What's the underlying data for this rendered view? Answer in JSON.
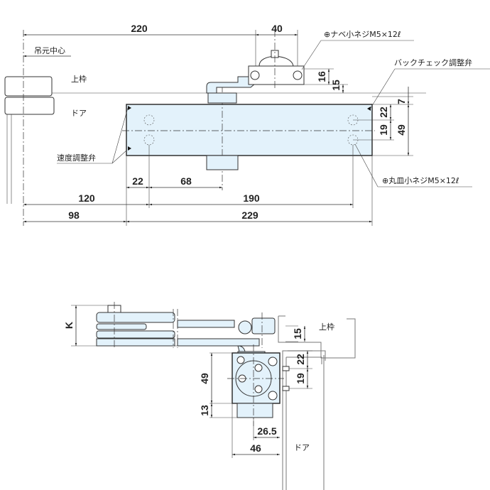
{
  "title": "Door closer installation dimensions (parallel arm / bracket mount)",
  "top_view": {
    "dimensions": {
      "d220": "220",
      "d40": "40",
      "d16": "16",
      "d15": "15",
      "d7": "7",
      "d22": "22",
      "d19": "19",
      "d49": "49",
      "d22b": "22",
      "d68": "68",
      "d120": "120",
      "d190": "190",
      "d98": "98",
      "d229": "229"
    },
    "labels": {
      "hinge_center": "吊元中心",
      "upper_frame": "上枠",
      "door": "ドア",
      "speed_valve": "速度調整弁",
      "backcheck_valve": "バックチェック調整弁",
      "pan_screw": "⊕ナベ小ネジM5×12ℓ",
      "oval_screw": "⊕丸皿小ネジM5×12ℓ"
    }
  },
  "side_view": {
    "dimensions": {
      "k": "K",
      "d15": "15",
      "d22": "22",
      "d19": "19",
      "d49": "49",
      "d13": "13",
      "d26_5": "26.5",
      "d46": "46"
    },
    "labels": {
      "upper_frame": "上枠",
      "door": "ドア"
    }
  },
  "colors": {
    "body_fill": "#e3f2fb",
    "line": "#222222"
  }
}
